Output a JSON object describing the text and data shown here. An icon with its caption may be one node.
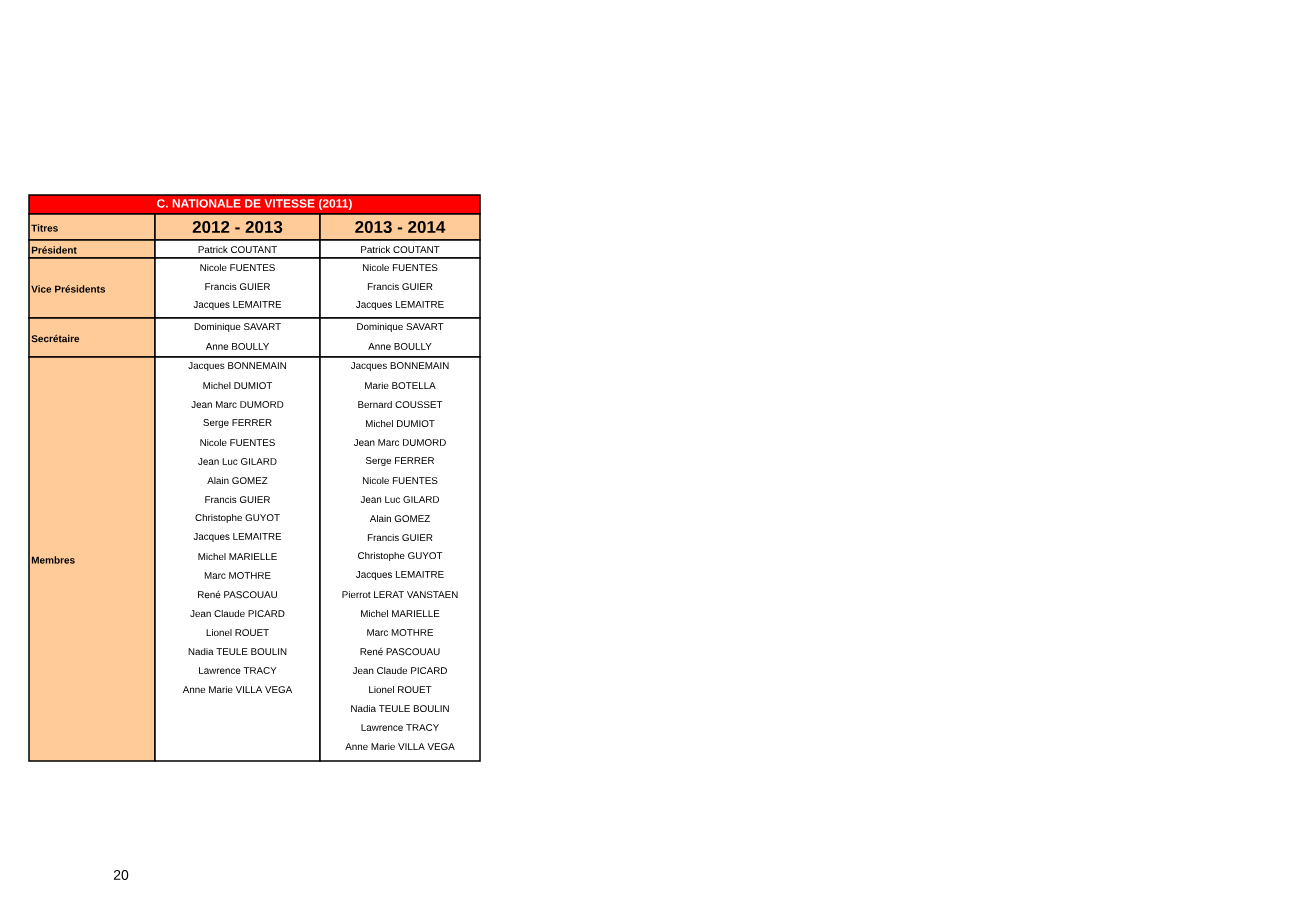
{
  "diagram": {
    "title": "C. NATIONALE DE VITESSE (2011)",
    "labels": [
      "Titres",
      "2012 - 2013",
      "2013 - 2014",
      "Président",
      "Patrick COUTANT",
      "Patrick COUTANT",
      "Vice Présidents",
      "Nicole FUENTES",
      "Francis GUIER",
      "Jacques LEMAITRE",
      "Nicole FUENTES",
      "Francis GUIER",
      "Jacques LEMAITRE",
      "Secrétaire",
      "Dominique SAVART",
      "Anne BOULLY",
      "Dominique SAVART",
      "Anne BOULLY",
      "Membres",
      "Jacques BONNEMAIN",
      "Michel DUMIOT",
      "Jean Marc DUMORD",
      "Serge FERRER",
      "Nicole FUENTES",
      "Jean Luc GILARD",
      "Alain GOMEZ",
      "Francis GUIER",
      "Christophe GUYOT",
      "Jacques LEMAITRE",
      "Michel MARIELLE",
      "Marc MOTHRE",
      "René PASCOUAU",
      "Jean Claude PICARD",
      "Lionel ROUET",
      "Nadia TEULE BOULIN",
      "Lawrence TRACY",
      "Anne Marie VILLA VEGA",
      "Jacques BONNEMAIN",
      "Marie BOTELLA",
      "Bernard COUSSET",
      "Michel DUMIOT",
      "Jean Marc DUMORD",
      "Serge FERRER",
      "Nicole FUENTES",
      "Jean Luc GILARD",
      "Alain GOMEZ",
      "Francis GUIER",
      "Christophe GUYOT",
      "Jacques LEMAITRE",
      "Pierrot LERAT VANSTAEN",
      "Michel MARIELLE",
      "Marc MOTHRE",
      "René PASCOUAU",
      "Jean Claude PICARD",
      "Lionel ROUET",
      "Nadia TEULE BOULIN",
      "Lawrence TRACY",
      "Anne Marie VILLA VEGA",
      "20"
    ]
  }
}
